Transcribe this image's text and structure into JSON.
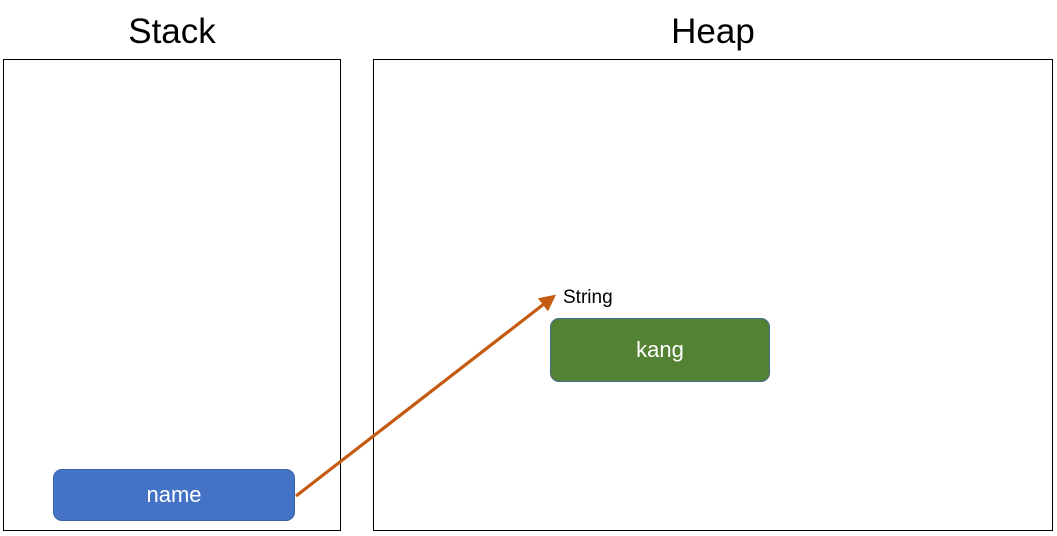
{
  "diagram": {
    "type": "memory-model-diagram",
    "background_color": "#ffffff",
    "regions": [
      {
        "id": "stack",
        "title": "Stack",
        "border_color": "#000000"
      },
      {
        "id": "heap",
        "title": "Heap",
        "border_color": "#000000"
      }
    ],
    "stack": {
      "title": "Stack",
      "variable": {
        "label": "name",
        "fill_color": "#4472C4",
        "text_color": "#ffffff"
      }
    },
    "heap": {
      "title": "Heap",
      "object": {
        "type_label": "String",
        "value_label": "kang",
        "fill_color": "#548235",
        "text_color": "#ffffff"
      }
    },
    "arrow": {
      "name": "reference-arrow",
      "from": "name",
      "to": "String",
      "color": "#C55A11",
      "style": "solid",
      "head": "filled-triangle"
    }
  }
}
